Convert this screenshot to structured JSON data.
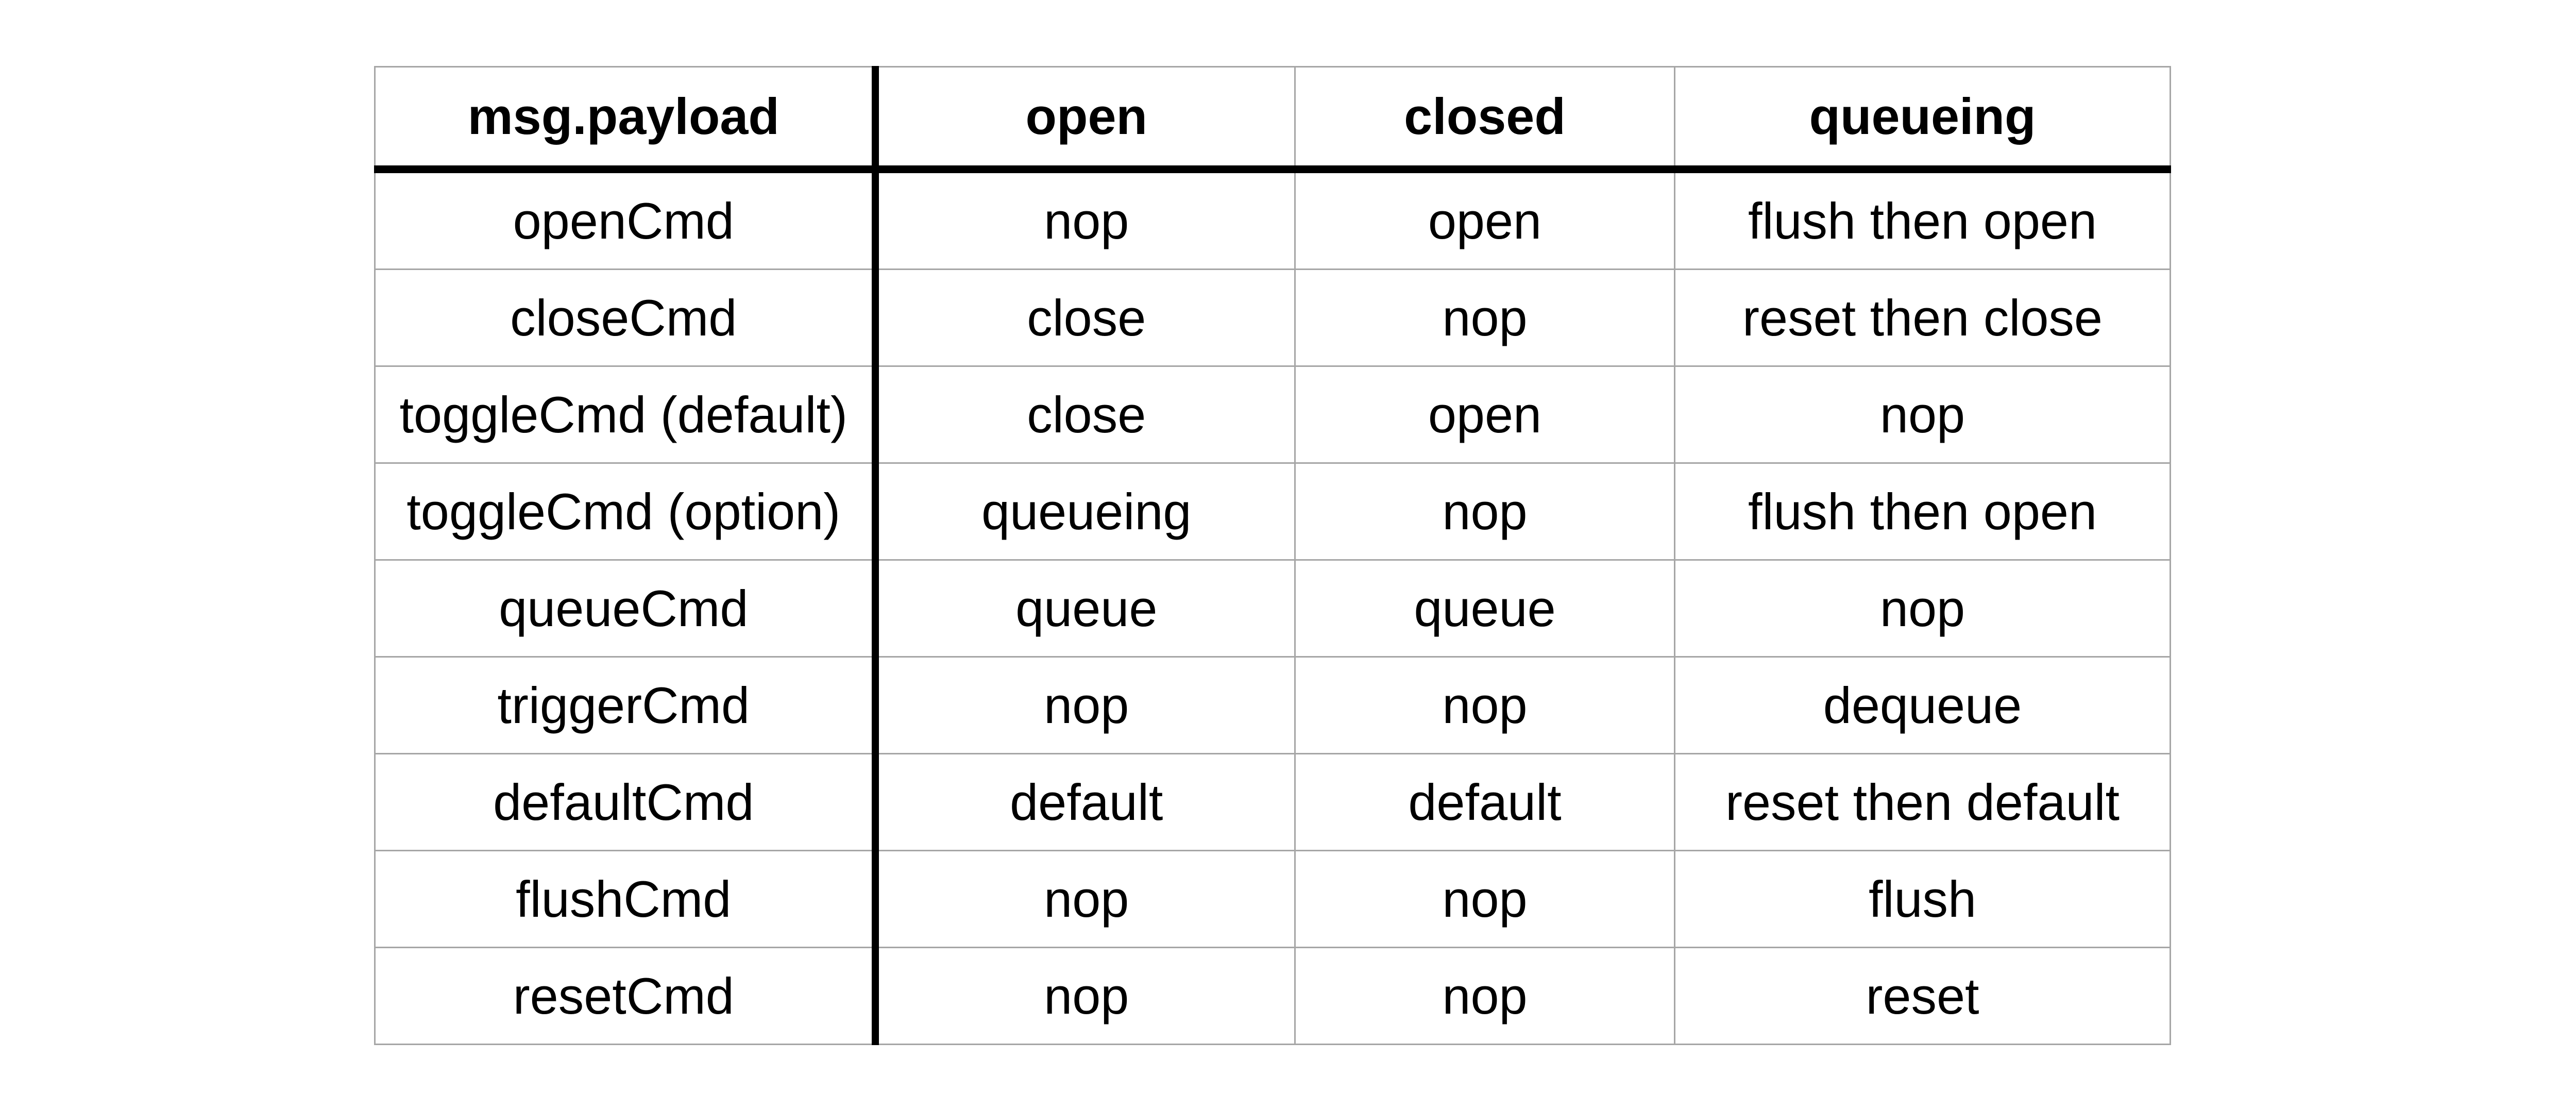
{
  "table": {
    "headers": [
      "msg.payload",
      "open",
      "closed",
      "queueing"
    ],
    "rows": [
      [
        "openCmd",
        "nop",
        "open",
        "flush then open"
      ],
      [
        "closeCmd",
        "close",
        "nop",
        "reset then close"
      ],
      [
        "toggleCmd (default)",
        "close",
        "open",
        "nop"
      ],
      [
        "toggleCmd (option)",
        "queueing",
        "nop",
        "flush then open"
      ],
      [
        "queueCmd",
        "queue",
        "queue",
        "nop"
      ],
      [
        "triggerCmd",
        "nop",
        "nop",
        "dequeue"
      ],
      [
        "defaultCmd",
        "default",
        "default",
        "reset then default"
      ],
      [
        "flushCmd",
        "nop",
        "nop",
        "flush"
      ],
      [
        "resetCmd",
        "nop",
        "nop",
        "reset"
      ]
    ]
  }
}
